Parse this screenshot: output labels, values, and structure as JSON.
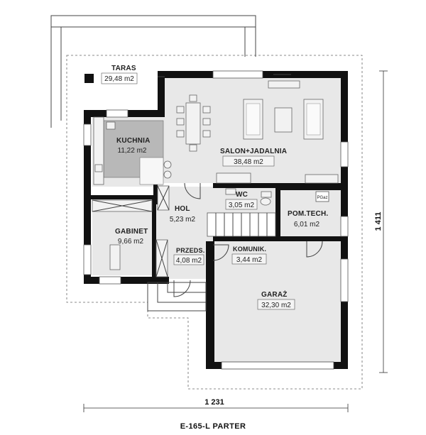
{
  "plan_title": "E-165-L PARTER",
  "dimensions": {
    "width": "1 231",
    "depth": "1 411"
  },
  "rooms": [
    {
      "name": "TARAS",
      "area": "29,48 m2"
    },
    {
      "name": "KUCHNIA",
      "area": "11,22 m2"
    },
    {
      "name": "SALON+JADALNIA",
      "area": "38,48 m2"
    },
    {
      "name": "HOL",
      "area": "5,23 m2"
    },
    {
      "name": "WC",
      "area": "3,05 m2"
    },
    {
      "name": "POM.TECH.",
      "area": "6,01 m2"
    },
    {
      "name": "GABINET",
      "area": "9,66 m2"
    },
    {
      "name": "PRZEDS.",
      "area": "4,08 m2"
    },
    {
      "name": "KOMUNIK.",
      "area": "3,44 m2"
    },
    {
      "name": "GARAŻ",
      "area": "32,30 m2"
    }
  ],
  "labels": {
    "boiler": "PGaz"
  },
  "colors": {
    "floor": "#e8e8e8",
    "kitchen_counter": "#b8b8b8",
    "wall": "#111111"
  }
}
